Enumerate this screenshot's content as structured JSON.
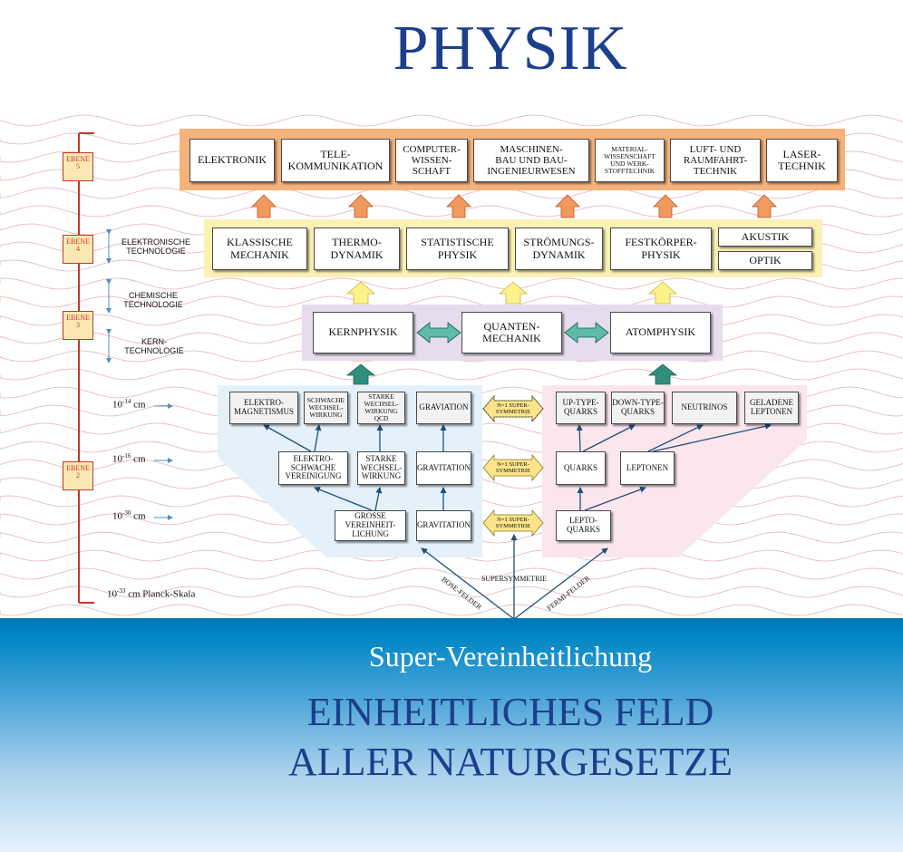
{
  "title": "PHYSIK",
  "ebenen": [
    {
      "label": "EBENE",
      "num": "5"
    },
    {
      "label": "EBENE",
      "num": "4"
    },
    {
      "label": "EBENE",
      "num": "3"
    },
    {
      "label": "EBENE",
      "num": "2"
    }
  ],
  "technologies": {
    "elektronische": "ELEKTRONISCHE\nTECHNOLOGIE",
    "chemische": "CHEMISCHE\nTECHNOLOGIE",
    "kern": "KERN-\nTECHNOLOGIE"
  },
  "scales": {
    "s14": {
      "base": "10",
      "exp": "-14",
      "unit": " cm"
    },
    "s16": {
      "base": "10",
      "exp": "-16",
      "unit": " cm"
    },
    "s30": {
      "base": "10",
      "exp": "-30",
      "unit": " cm"
    },
    "s33": {
      "base": "10",
      "exp": "-33",
      "unit": " cm Planck-Skala"
    }
  },
  "level5": [
    "ELEKTRONIK",
    "TELE-\nKOMMUNIKATION",
    "COMPUTER-\nWISSEN-\nSCHAFT",
    "MASCHINEN-\nBAU UND BAU-\nINGENIEURWESEN",
    "MATERIAL-\nWISSENSCHAFT\nUND WERK-\nSTOFFTECHNIK",
    "LUFT- UND\nRAUMFAHRT-\nTECHNIK",
    "LASER-\nTECHNIK"
  ],
  "level4": [
    "KLASSISCHE\nMECHANIK",
    "THERMO-\nDYNAMIK",
    "STATISTISCHE\nPHYSIK",
    "STRÖMUNGS-\nDYNAMIK",
    "FESTKÖRPER-\nPHYSIK",
    "AKUSTIK",
    "OPTIK"
  ],
  "level3": [
    "KERNPHYSIK",
    "QUANTEN-\nMECHANIK",
    "ATOMPHYSIK"
  ],
  "bose": {
    "row1": [
      "ELEKTRO-\nMAGNETISMUS",
      "SCHWACHE\nWECHSEL-\nWIRKUNG",
      "STARKE\nWECHSEL-\nWIRKUNG\nQCD",
      "GRAVIATION"
    ],
    "row2": [
      "ELEKTRO-\nSCHWACHE\nVEREINIGUNG",
      "STARKE\nWECHSEL-\nWIRKUNG",
      "GRAVITATION"
    ],
    "row3": [
      "GROSSE\nVEREINHEIT-\nLICHUNG",
      "GRAVITATION"
    ]
  },
  "fermi": {
    "row1": [
      "UP-TYPE-\nQUARKS",
      "DOWN-TYPE-\nQUARKS",
      "NEUTRINOS",
      "GELADENE\nLEPTONEN"
    ],
    "row2": [
      "QUARKS",
      "LEPTONEN"
    ],
    "row3": [
      "LEPTO-\nQUARKS"
    ]
  },
  "susy": [
    "N=1 SUPER-\nSYMMETRIE",
    "N=1 SUPER-\nSYMMETRIE",
    "N=1 SUPER-\nSYMMETRIE"
  ],
  "fields": {
    "bose": "BOSE-FELDER",
    "fermi": "FERMI-FELDER",
    "super": "SUPERSYMMETRIE"
  },
  "subtitle": "Super-Vereinheitlichung",
  "headline1": "EINHEITLICHES FELD",
  "headline2": "ALLER NATURGESETZE",
  "colors": {
    "title": "#1c3f8c",
    "level5_band": "#f5b27a",
    "level4_band": "#fbf1b3",
    "level3_band": "#e6dcee",
    "bose_band": "#e5f1fa",
    "fermi_band": "#fbe6ee",
    "axis": "#c0392b",
    "arrow_blue": "#1f4f7a",
    "arrow_orange": "#f29a5e",
    "arrow_yellow": "#fbf28a",
    "arrow_teal": "#2e8f7e",
    "susy_yellow": "#fce48a"
  }
}
